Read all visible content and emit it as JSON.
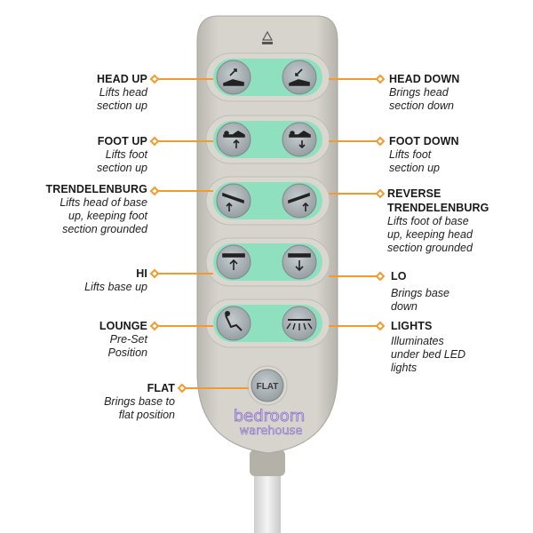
{
  "remote": {
    "flat_button_label": "FLAT",
    "logo_line1": "bedroom",
    "logo_line2": "warehouse",
    "colors": {
      "body": "#d2d0c8",
      "panel": "#8fe0bf",
      "button": "#aab3b6",
      "callout": "#f39a2c"
    }
  },
  "callouts": {
    "head_up": {
      "title": "HEAD UP",
      "desc": [
        "Lifts head",
        "section up"
      ]
    },
    "head_down": {
      "title": "HEAD DOWN",
      "desc": [
        "Brings head",
        "section down"
      ]
    },
    "foot_up": {
      "title": "FOOT UP",
      "desc": [
        "Lifts foot",
        "section up"
      ]
    },
    "foot_down": {
      "title": "FOOT DOWN",
      "desc": [
        "Lifts foot",
        "section up"
      ]
    },
    "trendelenburg": {
      "title": "TRENDELENBURG",
      "desc": [
        "Lifts head of base",
        "up, keeping foot",
        "section grounded"
      ]
    },
    "reverse_trendelenburg": {
      "title": [
        "REVERSE",
        "TRENDELENBURG"
      ],
      "desc": [
        "Lifts foot of base",
        "up, keeping head",
        "section grounded"
      ]
    },
    "hi": {
      "title": "HI",
      "desc": [
        "Lifts base up"
      ]
    },
    "lo": {
      "title": "LO",
      "desc": [
        "Brings base",
        "down"
      ]
    },
    "lounge": {
      "title": "LOUNGE",
      "desc": [
        "Pre-Set",
        "Position"
      ]
    },
    "lights": {
      "title": "LIGHTS",
      "desc": [
        "Illuminates",
        "under bed LED",
        "lights"
      ]
    },
    "flat": {
      "title": "FLAT",
      "desc": [
        "Brings base to",
        "flat position"
      ]
    }
  }
}
